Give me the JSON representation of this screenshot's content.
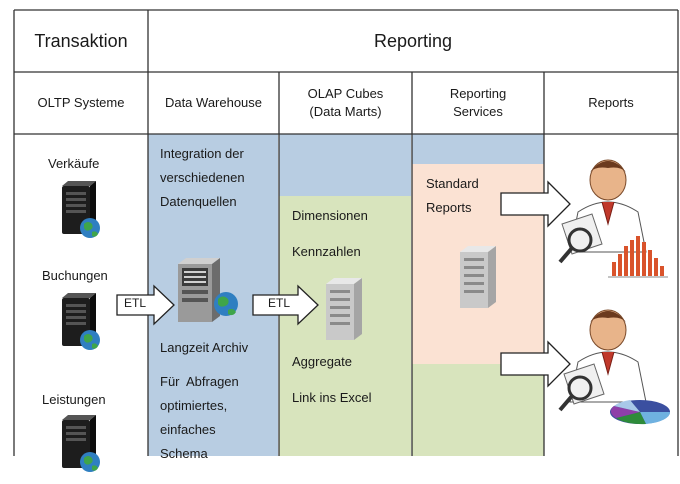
{
  "header": {
    "left_title": "Transaktion",
    "right_title": "Reporting"
  },
  "columns": {
    "oltp": "OLTP Systeme",
    "dwh": "Data Warehouse",
    "olap_line1": "OLAP Cubes",
    "olap_line2": "(Data Marts)",
    "rs_line1": "Reporting",
    "rs_line2": "Services",
    "reports": "Reports"
  },
  "oltp": {
    "sources": [
      "Verkäufe",
      "Buchungen",
      "Leistungen"
    ]
  },
  "dwh": {
    "intro": [
      "Integration der",
      "verschiedenen",
      "Datenquellen"
    ],
    "archive": "Langzeit Archiv",
    "query": [
      "Für  Abfragen",
      "optimiertes,",
      "einfaches",
      "Schema"
    ]
  },
  "olap": {
    "dimensions": "Dimensionen",
    "measures": "Kennzahlen",
    "aggregates": "Aggregate",
    "excel": "Link ins Excel"
  },
  "reporting_services": {
    "standard": [
      "Standard",
      "Reports"
    ]
  },
  "arrows": {
    "etl1": "ETL",
    "etl2": "ETL"
  },
  "colors": {
    "dwh_blue": "#b8cde2",
    "olap_green": "#d8e4bd",
    "rs_peach": "#fbe2d3",
    "grid_line": "#333333"
  }
}
